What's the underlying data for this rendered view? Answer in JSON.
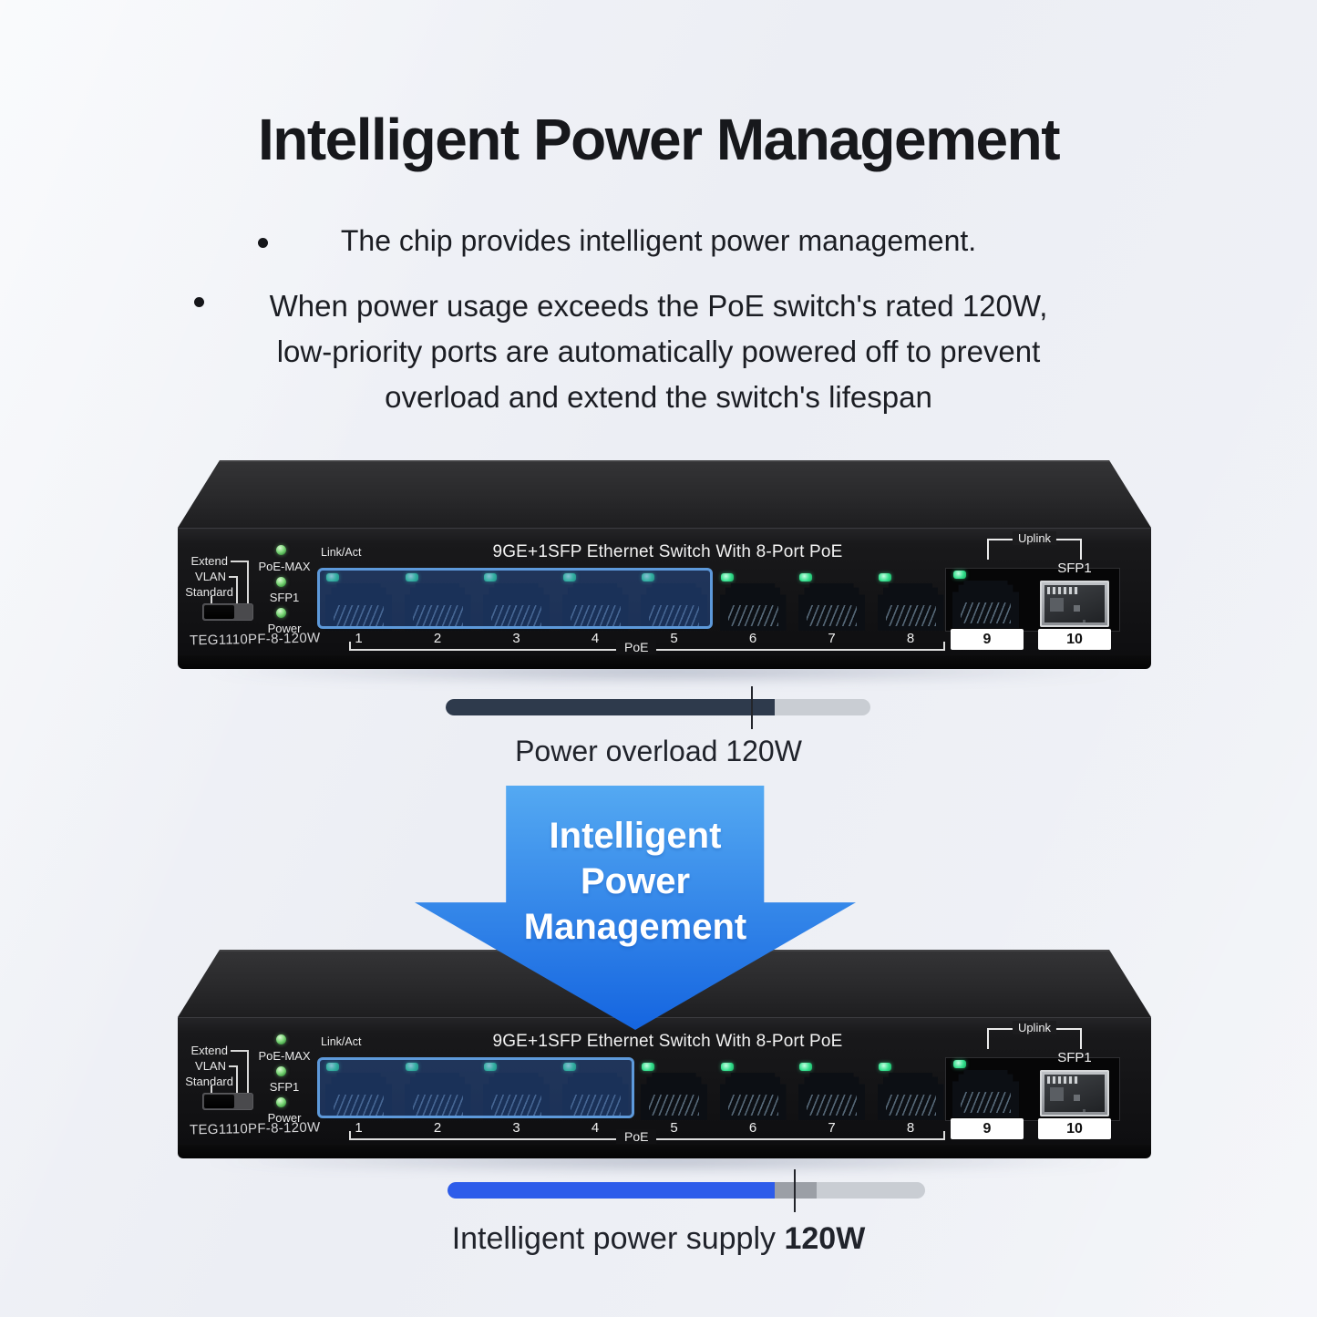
{
  "header": {
    "title": "Intelligent Power Management",
    "bullets": [
      {
        "lines": [
          "The chip provides intelligent power management."
        ]
      },
      {
        "lines": [
          "When power usage exceeds the PoE switch's rated 120W,",
          "low-priority ports are automatically powered off to prevent",
          "overload and extend the switch's lifespan"
        ]
      }
    ]
  },
  "switch_panel": {
    "title": "9GE+1SFP Ethernet Switch With 8-Port PoE",
    "model": "TEG1110PF-8-120W",
    "link_act": "Link/Act",
    "mode_labels": [
      "Extend",
      "VLAN",
      "Standard"
    ],
    "led_labels": [
      "PoE-MAX",
      "SFP1",
      "Power"
    ],
    "uplink": "Uplink",
    "sfp": "SFP1",
    "poe_group": "PoE",
    "rj45_ports": [
      "1",
      "2",
      "3",
      "4",
      "5",
      "6",
      "7",
      "8",
      "9"
    ],
    "sfp_port": "10",
    "colors": {
      "highlight_border": "#5d99da",
      "highlight_fill": "rgba(47,100,190,0.40)",
      "port_led_green": "#35e08e",
      "indicator_led_green": "#7ed87a"
    }
  },
  "figure_overload": {
    "highlighted_ports": 5,
    "caption": "Power overload 120W",
    "bar": {
      "fill_pct": 77.5,
      "tick_pct": 72.1,
      "fill_color": "#2e3a4c",
      "track_color": "#c9cdd3"
    }
  },
  "arrow": {
    "lines": [
      "Intelligent",
      "Power",
      "Management"
    ],
    "color_top": "#54a9f2",
    "color_bottom": "#1565e0"
  },
  "figure_supply": {
    "highlighted_ports": 4,
    "caption": "Intelligent power supply ",
    "caption_bold": "120W",
    "bar": {
      "fill_pct": 68.5,
      "mid_pct": 8.8,
      "tick_pct": 72.7,
      "fill_color": "#2d5cea",
      "mid_color": "#9b9fa6",
      "track_color": "#c9cdd3"
    }
  }
}
